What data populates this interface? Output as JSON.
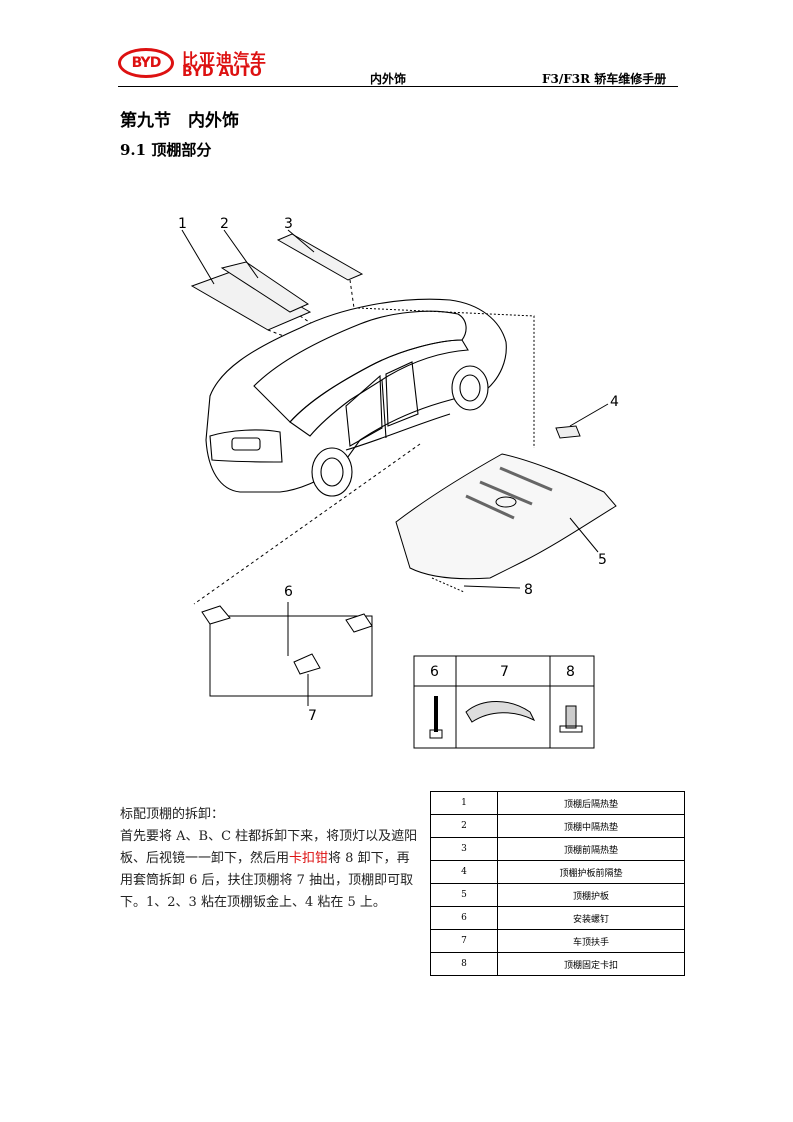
{
  "header": {
    "logo_mark": "BYD",
    "logo_cn": "比亚迪汽车",
    "logo_en": "BYD AUTO",
    "center": "内外饰",
    "right": "F3/F3R 轿车维修手册"
  },
  "section_title": "第九节　内外饰",
  "subsection_title": "9.1 顶棚部分",
  "diagram": {
    "callouts": [
      "1",
      "2",
      "3",
      "4",
      "5",
      "6",
      "7",
      "8"
    ],
    "inset_headers": [
      "6",
      "7",
      "8"
    ]
  },
  "description": {
    "title": "标配顶棚的拆卸：",
    "p1": "首先要将 A、B、C 柱都拆卸下来，将顶灯以及遮阳板、后视镜一一卸下，然后用",
    "tool": "卡扣钳",
    "p2": "将 8 卸下，再用套筒拆卸 6 后，扶住顶棚将 7 抽出，顶棚即可取下。1、2、3 粘在顶棚钣金上、4 粘在 5 上。"
  },
  "parts": [
    {
      "num": "1",
      "name": "顶棚后隔热垫"
    },
    {
      "num": "2",
      "name": "顶棚中隔热垫"
    },
    {
      "num": "3",
      "name": "顶棚前隔热垫"
    },
    {
      "num": "4",
      "name": "顶棚护板前隔垫"
    },
    {
      "num": "5",
      "name": "顶棚护板"
    },
    {
      "num": "6",
      "name": "安装螺钉"
    },
    {
      "num": "7",
      "name": "车顶扶手"
    },
    {
      "num": "8",
      "name": "顶棚固定卡扣"
    }
  ]
}
